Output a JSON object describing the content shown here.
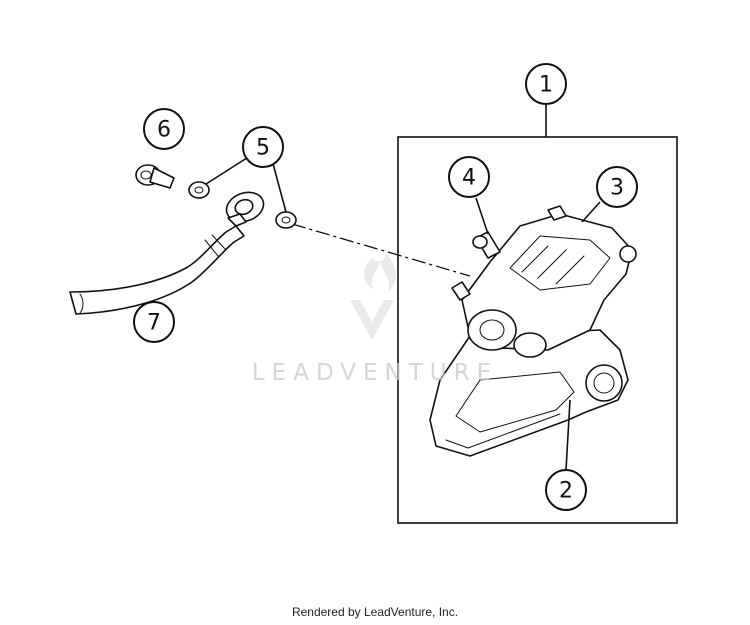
{
  "diagram": {
    "callouts": [
      "1",
      "2",
      "3",
      "4",
      "5",
      "6",
      "7"
    ],
    "watermark_text": "LEADVENTURE",
    "footer_text": "Rendered by LeadVenture, Inc."
  }
}
